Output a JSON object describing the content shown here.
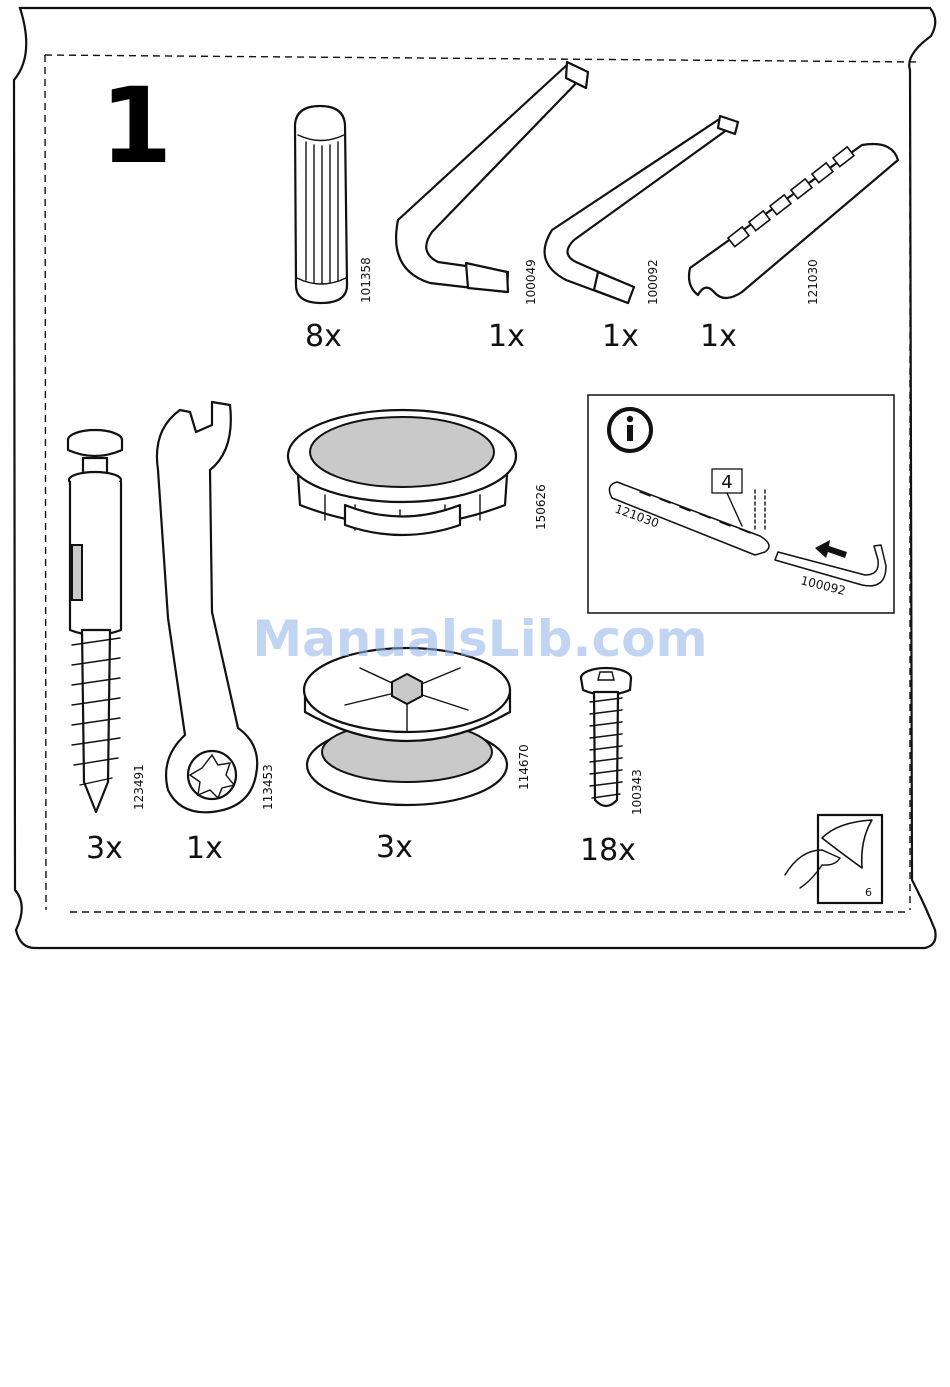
{
  "step_number": "1",
  "watermark": "ManualsLib.com",
  "parts": [
    {
      "id": "dowel",
      "icon": "dowel-icon",
      "quantity": "8x",
      "part_number": "101358"
    },
    {
      "id": "large-allen-key",
      "icon": "allen-key-large-icon",
      "quantity": "1x",
      "part_number": "100049"
    },
    {
      "id": "small-allen-key",
      "icon": "allen-key-small-icon",
      "quantity": "1x",
      "part_number": "100092"
    },
    {
      "id": "tool-holder",
      "icon": "tool-holder-icon",
      "quantity": "1x",
      "part_number": "121030"
    },
    {
      "id": "cam-bolt",
      "icon": "cam-bolt-icon",
      "quantity": "3x",
      "part_number": "123491"
    },
    {
      "id": "wrench",
      "icon": "wrench-icon",
      "quantity": "1x",
      "part_number": "113453"
    },
    {
      "id": "cover-cap",
      "icon": "cover-cap-icon",
      "quantity": "",
      "part_number": "150626"
    },
    {
      "id": "cam-lock",
      "icon": "cam-lock-icon",
      "quantity": "3x",
      "part_number": "114670"
    },
    {
      "id": "screw",
      "icon": "screw-icon",
      "quantity": "18x",
      "part_number": "100343"
    }
  ],
  "info_box": {
    "icon": "info-icon",
    "slot_label": "4",
    "holder_part_number": "121030",
    "key_part_number": "100092"
  },
  "page_turn": {
    "icon": "turn-page-icon",
    "page": "6"
  }
}
